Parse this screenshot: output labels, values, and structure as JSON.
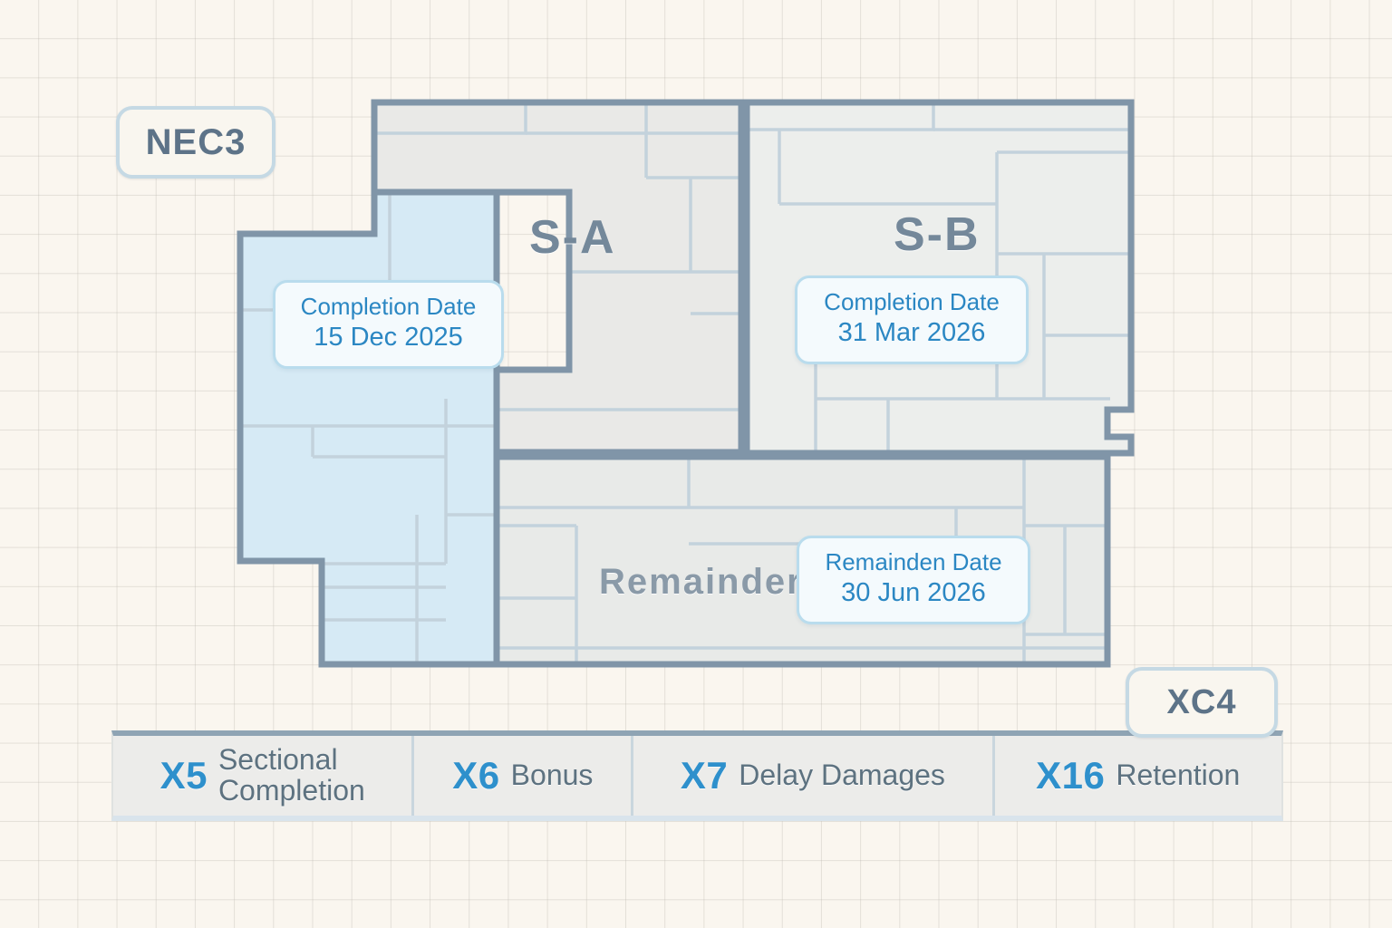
{
  "badges": {
    "top_left": "NEC3",
    "bottom_right": "XC4"
  },
  "plan": {
    "zones": [
      {
        "id": "S-A",
        "label": "S-A",
        "fill": "#e9e9e7"
      },
      {
        "id": "S-B",
        "label": "S-B",
        "fill": "#eceeec"
      },
      {
        "id": "remainder",
        "label": "Remainder",
        "fill": "#e8eae8"
      },
      {
        "id": "highlight",
        "label": "",
        "fill": "#d6eaf5"
      }
    ],
    "wall_color": "#8095a8",
    "interior_wall_color": "#c3d2dc",
    "cards": [
      {
        "id": "card-sa",
        "title": "Completion Date",
        "value": "15 Dec 2025"
      },
      {
        "id": "card-sb",
        "title": "Completion Date",
        "value": "31 Mar 2026"
      },
      {
        "id": "card-rem",
        "title": "Remainden Date",
        "value": "30 Jun 2026"
      }
    ]
  },
  "legend": {
    "items": [
      {
        "code": "X5",
        "label": "Sectional Completion",
        "label_line1": "Sectional",
        "label_line2": "Completion"
      },
      {
        "code": "X6",
        "label": "Bonus"
      },
      {
        "code": "X7",
        "label": "Delay Damages"
      },
      {
        "code": "X16",
        "label": "Retention"
      }
    ]
  },
  "colors": {
    "background": "#faf6ef",
    "grid_line": "#bebab2",
    "accent_blue": "#2e90cc",
    "card_border": "#b9dced",
    "slate": "#5d7388",
    "highlight_fill": "#d6eaf5"
  }
}
